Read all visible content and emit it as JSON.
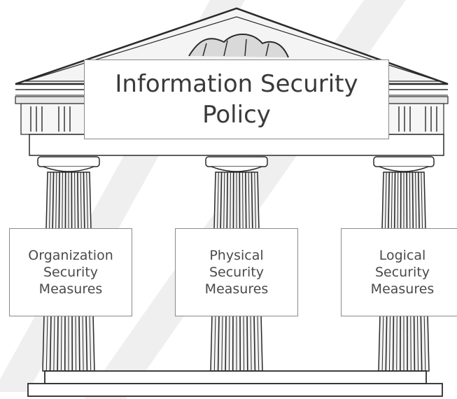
{
  "diagram": {
    "title_lines": [
      "Information Security",
      "Policy"
    ],
    "pillars": [
      {
        "lines": [
          "Organization",
          "Security",
          "Measures"
        ]
      },
      {
        "lines": [
          "Physical",
          "Security",
          "Measures"
        ]
      },
      {
        "lines": [
          "Logical",
          "Security",
          "Measures"
        ]
      }
    ],
    "watermark_color": "#e6e6e6",
    "line_color": "#2a2a2a"
  }
}
